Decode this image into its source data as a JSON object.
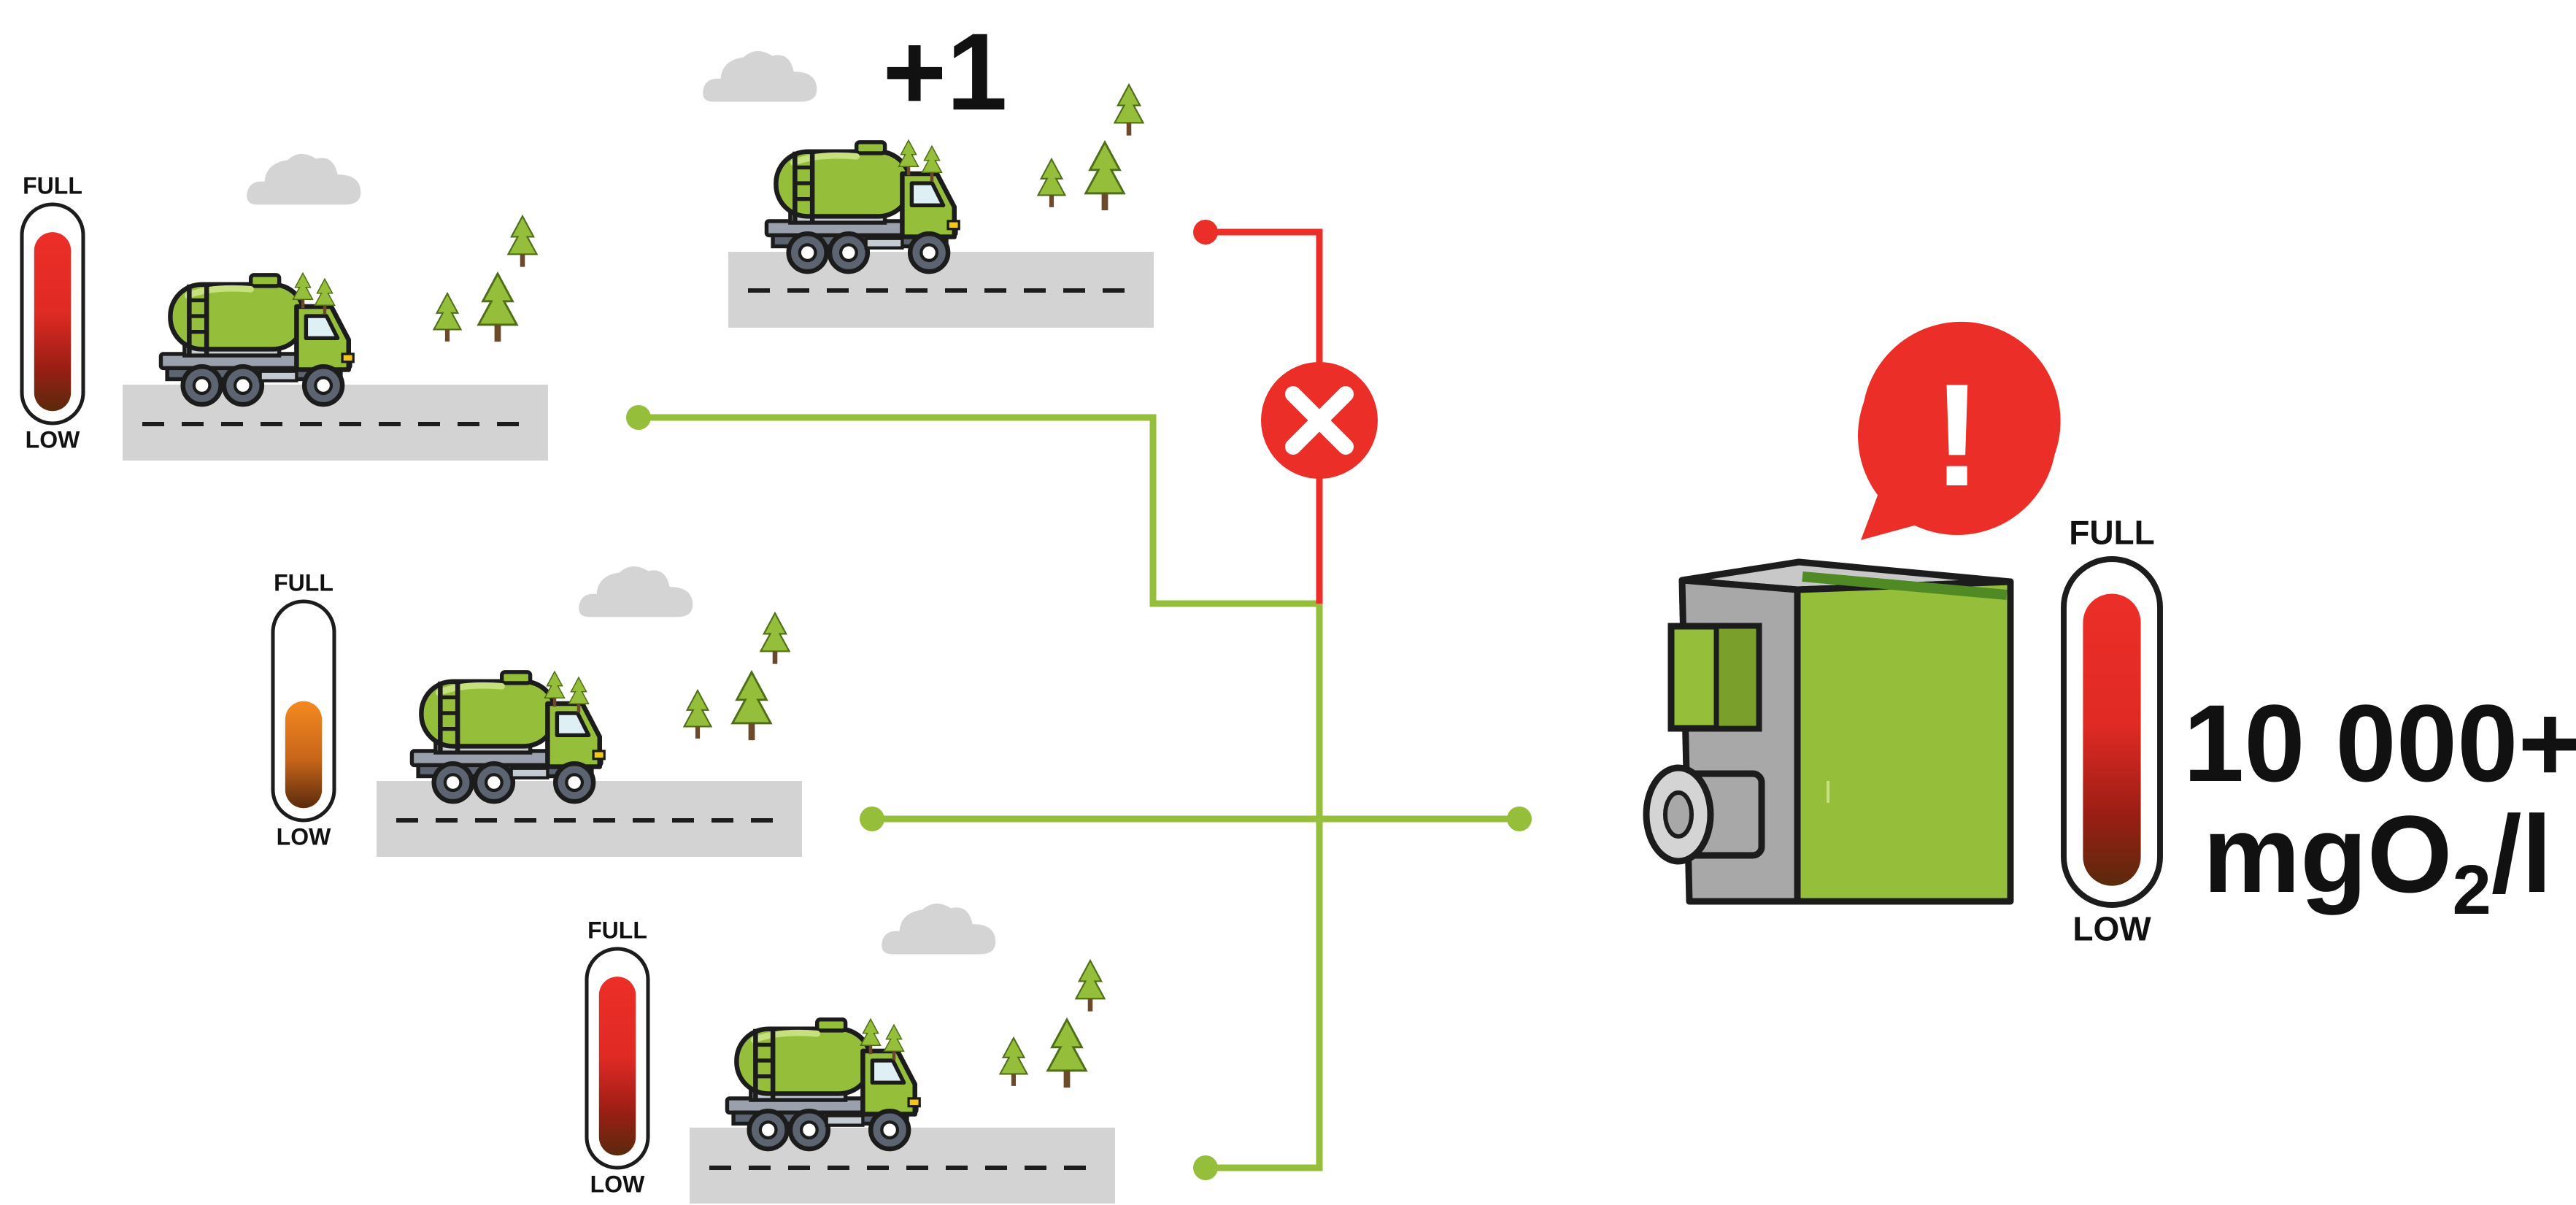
{
  "increment_label": "+1",
  "gauges": [
    {
      "id": "truck-1",
      "full_label": "FULL",
      "low_label": "LOW",
      "level": 0.92,
      "color": "red"
    },
    {
      "id": "truck-2",
      "full_label": "FULL",
      "low_label": "LOW",
      "level": 0.55,
      "color": "orange"
    },
    {
      "id": "truck-3",
      "full_label": "FULL",
      "low_label": "LOW",
      "level": 0.92,
      "color": "red"
    },
    {
      "id": "plant",
      "full_label": "FULL",
      "low_label": "LOW",
      "level": 0.95,
      "color": "red"
    }
  ],
  "plant": {
    "value_line1": "10 000+",
    "value_prefix": "mgO",
    "value_subscript": "2",
    "value_suffix": "/l",
    "alert_symbol": "!"
  },
  "colors": {
    "green": "#95bf3a",
    "red": "#ec2e28",
    "orange": "#f5891f",
    "dark_brown": "#5a2a0c",
    "road": "#d3d3d3",
    "cloud": "#d4d4d4",
    "outline": "#1c1c1c"
  },
  "icons": [
    "tanker-truck-icon",
    "tree-icon",
    "cloud-icon",
    "wastewater-plant-icon",
    "alert-bubble-icon",
    "blocked-x-icon"
  ]
}
